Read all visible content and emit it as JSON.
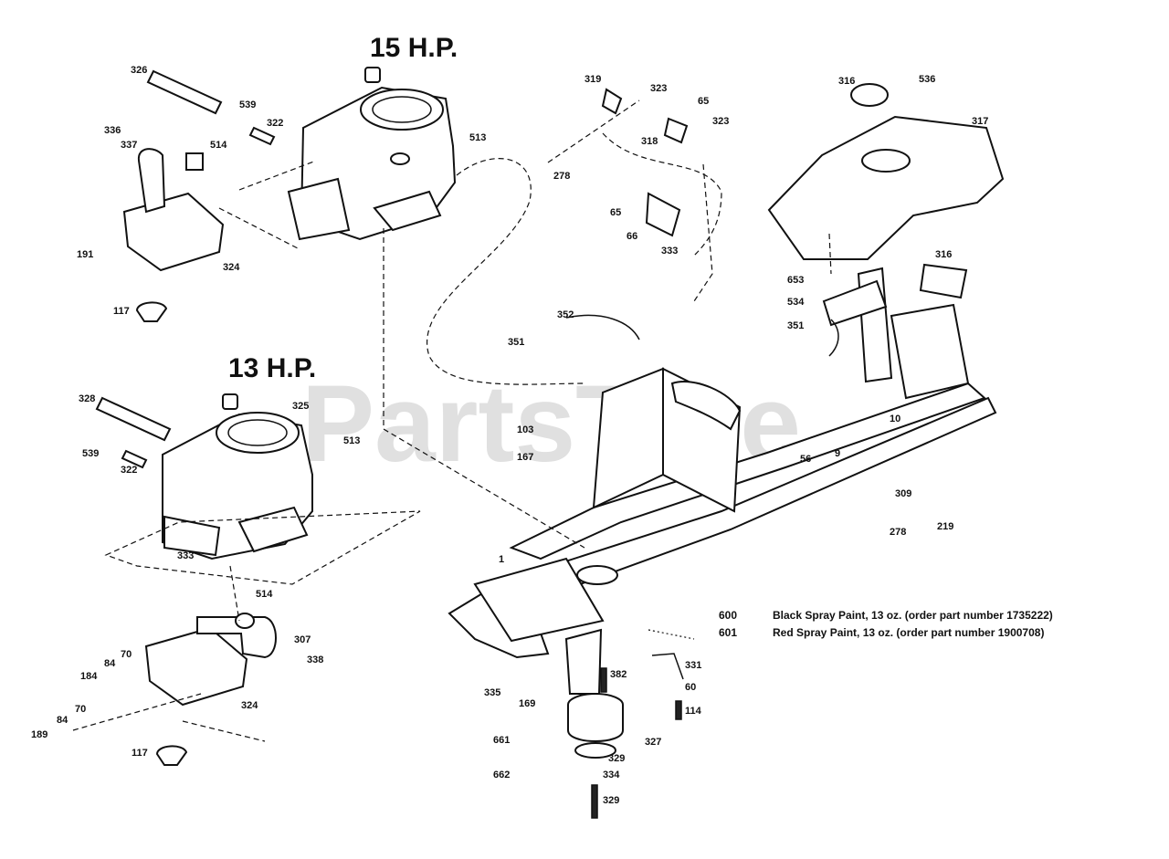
{
  "watermark": "PartsTree",
  "headings": {
    "hp15": "15 H.P.",
    "hp13": "13 H.P."
  },
  "legend": [
    {
      "number": "600",
      "text": "Black Spray Paint, 13 oz. (order part number 1735222)"
    },
    {
      "number": "601",
      "text": "Red Spray Paint, 13 oz. (order part number 1900708)"
    }
  ],
  "callouts": [
    "326",
    "539",
    "322",
    "336",
    "337",
    "514",
    "513",
    "191",
    "324",
    "117",
    "319",
    "323",
    "65",
    "323",
    "318",
    "278",
    "65",
    "66",
    "333",
    "316",
    "536",
    "317",
    "653",
    "534",
    "351",
    "316",
    "352",
    "351",
    "328",
    "325",
    "513",
    "539",
    "322",
    "103",
    "167",
    "56",
    "9",
    "10",
    "309",
    "278",
    "219",
    "333",
    "514",
    "307",
    "338",
    "70",
    "84",
    "184",
    "324",
    "70",
    "84",
    "189",
    "117",
    "1",
    "600",
    "601",
    "335",
    "382",
    "331",
    "60",
    "114",
    "169",
    "661",
    "327",
    "329",
    "662",
    "334",
    "329"
  ]
}
